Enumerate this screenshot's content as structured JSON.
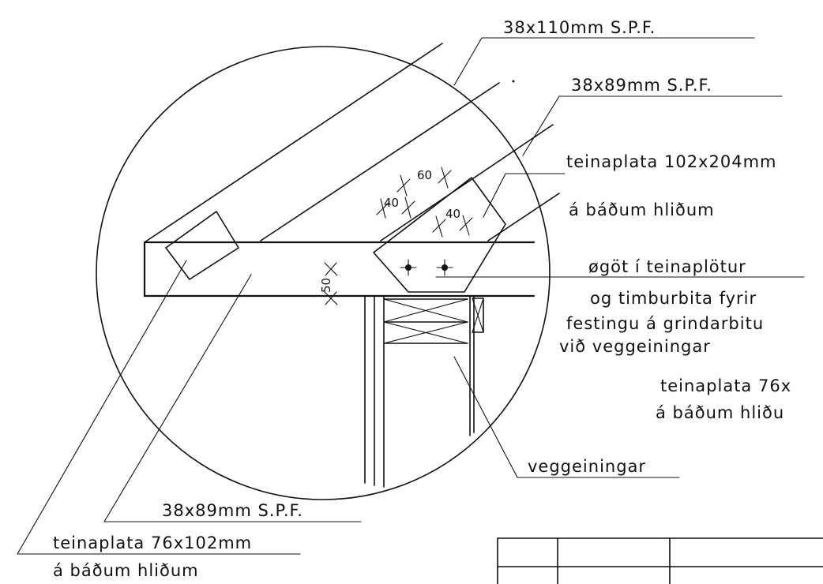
{
  "labels": {
    "spf_110": "38x110mm  S.P.F.",
    "spf_89_top": "38x89mm  S.P.F.",
    "plate_large_l1": "teinaplata  102x204mm",
    "plate_large_l2": "á  báðum  hliðum",
    "bolt_l1": "øgöt  í  teinaplötur",
    "bolt_l2": "og  timburbita  fyrir",
    "bolt_l3": "festingu  á  grindarbitu",
    "bolt_l4": "við  veggeiningar",
    "plate_76_right_l1": "teinaplata  76x",
    "plate_76_right_l2": "á  báðum  hliðu",
    "wall": "veggeiningar",
    "spf_89_bottom": "38x89mm  S.P.F.",
    "plate_76_left_l1": "teinaplata  76x102mm",
    "plate_76_left_l2": "á  báðum  hliðum"
  },
  "dimensions": {
    "d60": "60",
    "d40_left": "40",
    "d40_right": "40",
    "d50": "50"
  }
}
